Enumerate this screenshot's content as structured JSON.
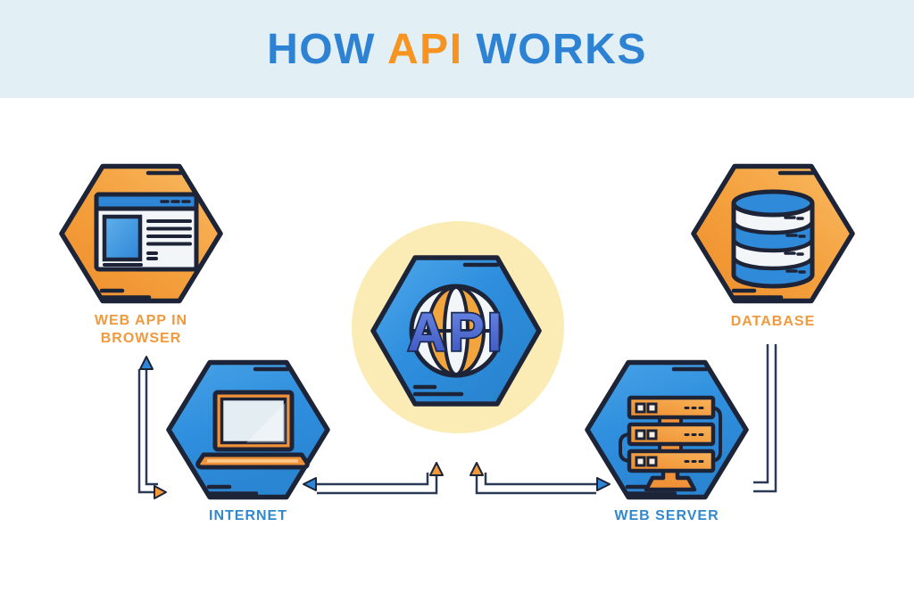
{
  "title": {
    "word1": "HOW",
    "word2": "API",
    "word3": "WORKS"
  },
  "nodes": {
    "web_app": {
      "label_line1": "WEB APP IN",
      "label_line2": "BROWSER",
      "shape": "hexagon",
      "fill": "orange",
      "icon": "browser-window"
    },
    "database": {
      "label": "DATABASE",
      "shape": "hexagon",
      "fill": "orange",
      "icon": "database-cylinder"
    },
    "api": {
      "label": "API",
      "shape": "hexagon",
      "fill": "blue",
      "icon": "globe",
      "halo": "yellow-circle"
    },
    "internet": {
      "label": "INTERNET",
      "shape": "hexagon",
      "fill": "blue",
      "icon": "laptop"
    },
    "web_server": {
      "label": "WEB SERVER",
      "shape": "hexagon",
      "fill": "blue",
      "icon": "server-rack"
    }
  },
  "connections": [
    {
      "from": "internet",
      "to": "web_app",
      "arrowhead": "blue",
      "direction": "up"
    },
    {
      "from": "web_app",
      "to": "internet",
      "arrowhead": "orange",
      "direction": "down-right"
    },
    {
      "from": "api",
      "to": "internet",
      "arrowhead": "blue",
      "direction": "down-left"
    },
    {
      "from": "internet",
      "to": "api",
      "arrowhead": "orange",
      "direction": "right-up"
    },
    {
      "from": "api",
      "to": "web_server",
      "arrowhead": "blue",
      "direction": "down-right"
    },
    {
      "from": "web_server",
      "to": "api",
      "arrowhead": "orange",
      "direction": "left-up"
    },
    {
      "from": "database",
      "to": "web_server",
      "arrowhead": "none",
      "direction": "down-left"
    }
  ],
  "colors": {
    "header_bg": "#E2F0F5",
    "canvas_bg": "#FFFFFF",
    "title_blue": "#2E82D4",
    "title_orange": "#F79421",
    "hex_orange": "#F5A03C",
    "hex_blue": "#2E8EDD",
    "outline_dark": "#1E2438",
    "label_orange": "#F0993D",
    "label_blue": "#3089CE",
    "halo_yellow": "#FAECB4",
    "api_letters": "#3F5FC8",
    "arrow_line": "#2B3A57",
    "arrowhead_blue": "#2E86D8",
    "arrowhead_orange": "#F09A3C"
  }
}
